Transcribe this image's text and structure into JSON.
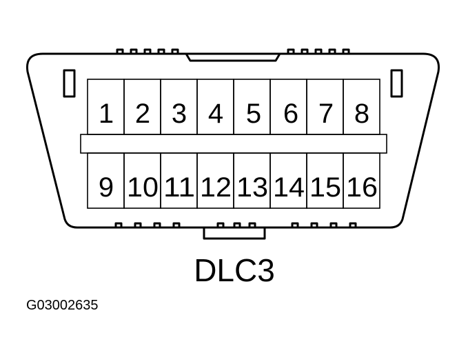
{
  "connector": {
    "name": "DLC3",
    "pins_top": [
      "1",
      "2",
      "3",
      "4",
      "5",
      "6",
      "7",
      "8"
    ],
    "pins_bottom": [
      "9",
      "10",
      "11",
      "12",
      "13",
      "14",
      "15",
      "16"
    ]
  },
  "figure_code": "G03002635"
}
